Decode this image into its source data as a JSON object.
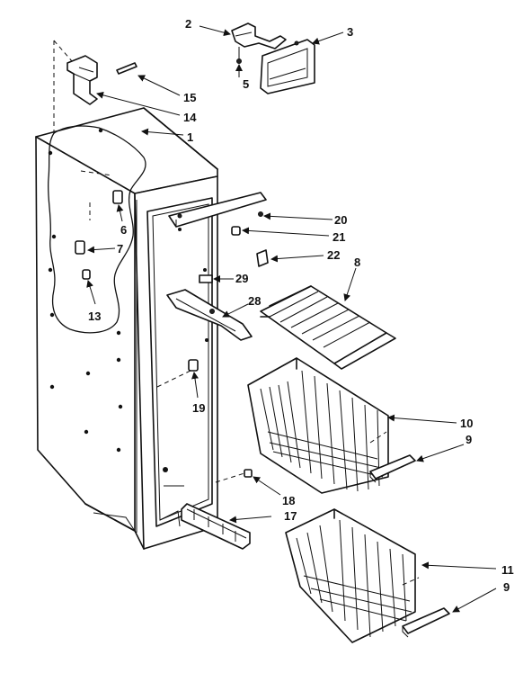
{
  "callouts": {
    "c1": "1",
    "c2": "2",
    "c3": "3",
    "c5": "5",
    "c6": "6",
    "c7": "7",
    "c8": "8",
    "c9a": "9",
    "c9b": "9",
    "c10": "10",
    "c11": "11",
    "c13": "13",
    "c14": "14",
    "c15": "15",
    "c17": "17",
    "c18": "18",
    "c19": "19",
    "c20": "20",
    "c21": "21",
    "c22": "22",
    "c28": "28",
    "c29": "29"
  }
}
